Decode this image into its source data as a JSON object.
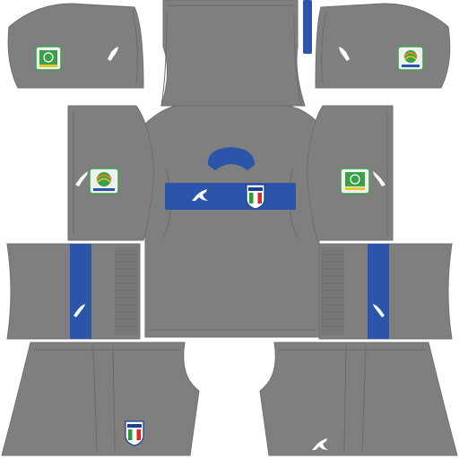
{
  "kit": {
    "colors": {
      "base": "#7f7f7f",
      "seam": "#6b6b6b",
      "accent": "#2b55a8",
      "crest_blue": "#1d3f8f",
      "crest_green": "#2f9a3a",
      "crest_red": "#d42b2b",
      "badge_green": "#3aa04a",
      "badge_orange": "#e08a1e",
      "badge_yellow": "#e7c92b"
    },
    "pieces": [
      "sleeve-top-left",
      "sleeve-top-right",
      "shirt-side-left",
      "shirt-side-right",
      "shirt-back-panel",
      "cuff-left",
      "cuff-right",
      "shorts-left",
      "shorts-right"
    ],
    "icons": {
      "brand": "puma-cat-icon",
      "federation_crest": "italy-shield-crest-icon",
      "tournament_badge": "confederations-cup-badge-icon"
    }
  }
}
